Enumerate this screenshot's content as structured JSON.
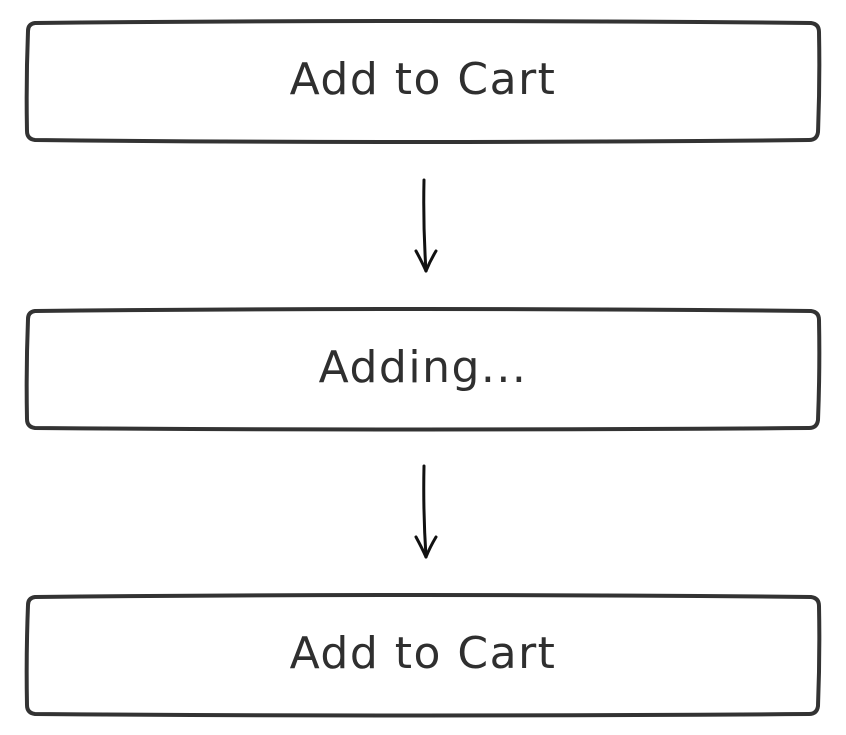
{
  "diagram": {
    "states": [
      {
        "label": "Add to Cart"
      },
      {
        "label": "Adding..."
      },
      {
        "label": "Add to Cart"
      }
    ]
  },
  "colors": {
    "stroke": "#333333",
    "text": "#2f2f2f",
    "background": "#ffffff"
  },
  "icons": [
    "arrow-down-icon",
    "arrow-down-icon"
  ]
}
